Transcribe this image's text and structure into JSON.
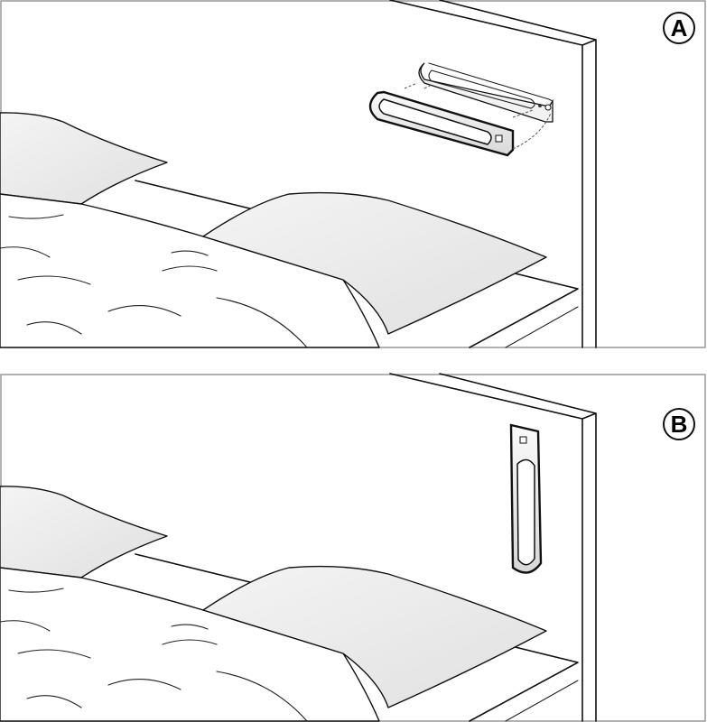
{
  "panels": [
    {
      "label": "A",
      "state": "mounting plate and light bar, horizontal"
    },
    {
      "label": "B",
      "state": "light bar mounted vertically"
    }
  ],
  "colors": {
    "line": "#111111",
    "frame": "#999999",
    "shade": "#e6e6e6"
  }
}
